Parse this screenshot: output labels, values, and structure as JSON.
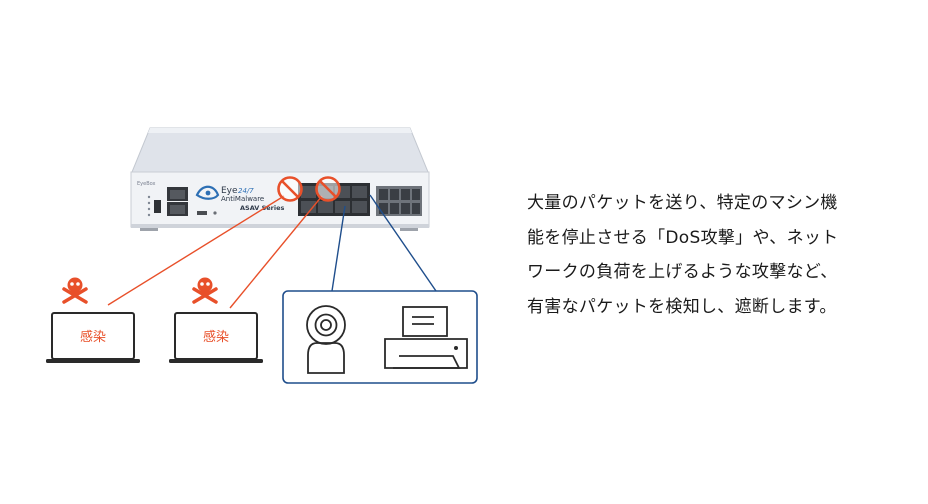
{
  "device": {
    "brand": "EyeBox",
    "logo_name": "Eye",
    "logo_suffix": "24/7",
    "product": "AntiMalware",
    "series": "ASAV Series"
  },
  "infected_label": "感染",
  "description": [
    "大量のパケットを送り、特定のマシン機",
    "能を停止させる「DoS攻撃」や、ネット",
    "ワークの負荷を上げるような攻撃など、",
    "有害なパケットを検知し、遮断します。"
  ],
  "colors": {
    "attack": "#e8502a",
    "safe": "#1f4e8c",
    "device_body": "#e9ecf1",
    "port": "#3a3d42"
  }
}
